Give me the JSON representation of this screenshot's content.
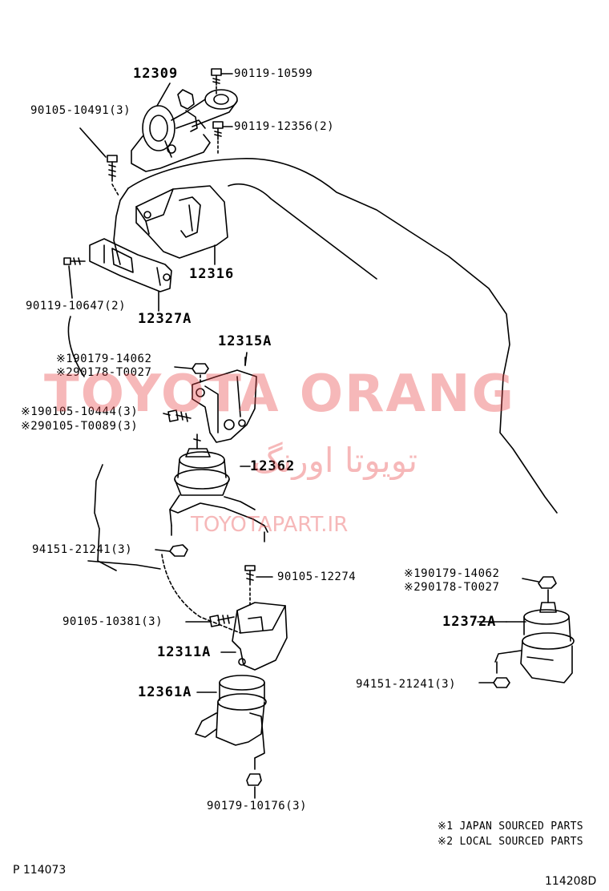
{
  "labels": {
    "p12309": "12309",
    "b90119_10599": "90119-10599",
    "b90105_10491": "90105-10491(3)",
    "b90119_12356": "90119-12356(2)",
    "p12316": "12316",
    "b90119_10647": "90119-10647(2)",
    "p12327A": "12327A",
    "p12315A": "12315A",
    "n1_90179_14062_a": "※190179-14062",
    "n2_90178_T0027_a": "※290178-T0027",
    "b1_90105_10444": "※190105-10444(3)",
    "b2_90105_T0089": "※290105-T0089(3)",
    "p12362": "12362",
    "n94151_21241_a": "94151-21241(3)",
    "b90105_12274": "90105-12274",
    "b90105_10381": "90105-10381(3)",
    "p12311A": "12311A",
    "p12361A": "12361A",
    "n1_90179_14062_b": "※190179-14062",
    "n2_90178_T0027_b": "※290178-T0027",
    "p12372A": "12372A",
    "n94151_21241_b": "94151-21241(3)",
    "n90179_10176": "90179-10176(3)"
  },
  "notes": {
    "note1": "※1 JAPAN SOURCED PARTS",
    "note2": "※2 LOCAL SOURCED PARTS"
  },
  "watermark": {
    "main": "TOYOTA ORANG",
    "farsi": "تویوتا اورنگ",
    "url": "TOYOTAPART.IR",
    "color": "#e8474a"
  },
  "footer": {
    "left_code": "P 114073",
    "right_code": "114208D"
  },
  "colors": {
    "ink": "#000000",
    "paper": "#ffffff"
  }
}
